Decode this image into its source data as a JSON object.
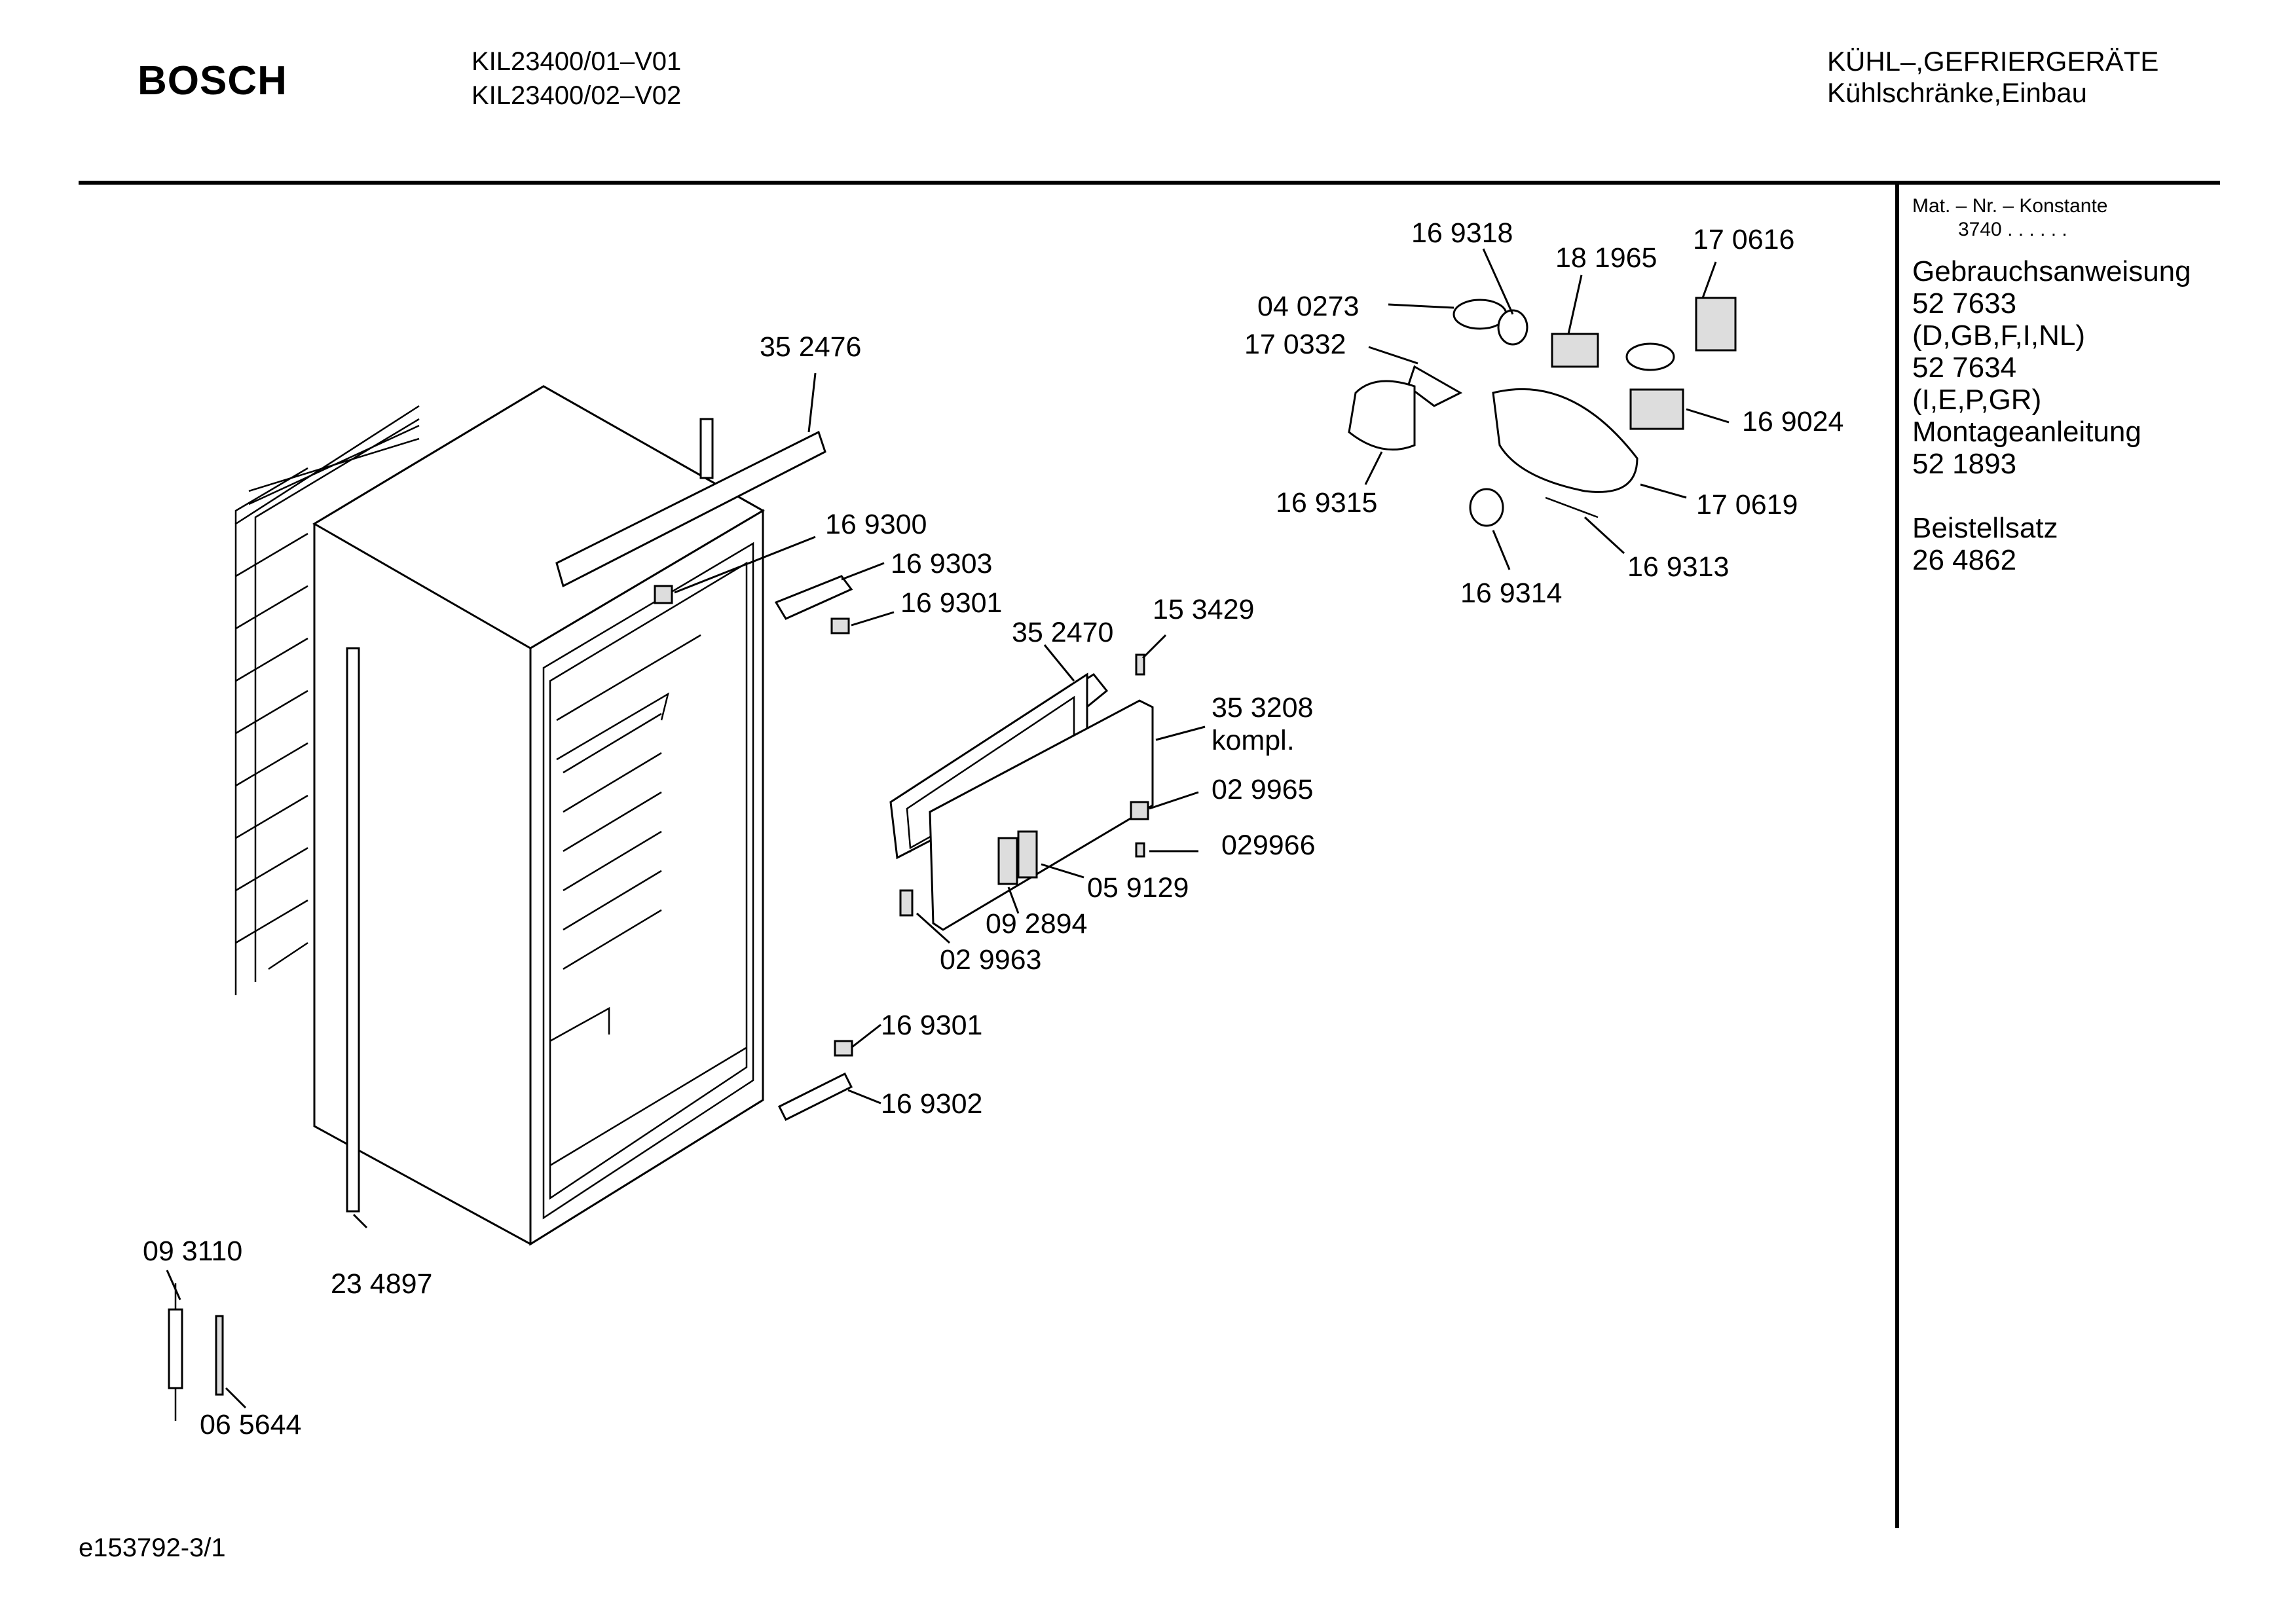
{
  "header": {
    "brand": "BOSCH",
    "models": [
      "KIL23400/01–V01",
      "KIL23400/02–V02"
    ],
    "category": "KÜHL–,GEFRIERGERÄTE",
    "subcategory": "Kühlschränke,Einbau"
  },
  "side_panel": {
    "mat_label": "Mat. – Nr. – Konstante",
    "mat_value": "3740 .  .  .  .  .  .",
    "lines": [
      "Gebrauchsanweisung",
      "52 7633",
      "(D,GB,F,I,NL)",
      "52 7634",
      "(I,E,P,GR)",
      "Montageanleitung",
      "52 1893",
      "",
      "Beistellsatz",
      "26 4862"
    ]
  },
  "parts": [
    "35 2476",
    "16 9300",
    "16 9303",
    "16 9301",
    "35 2470",
    "15 3429",
    "35 3208",
    "kompl.",
    "02 9965",
    "029966",
    "05 9129",
    "09 2894",
    "02 9963",
    "16 9301",
    "16 9302",
    "23 4897",
    "09 3110",
    "06 5644",
    "16 9318",
    "18 1965",
    "17 0616",
    "04 0273",
    "17 0332",
    "16 9024",
    "16 9315",
    "17 0619",
    "16 9313",
    "16 9314"
  ],
  "footer": {
    "drawing_id": "e153792-3/1"
  }
}
